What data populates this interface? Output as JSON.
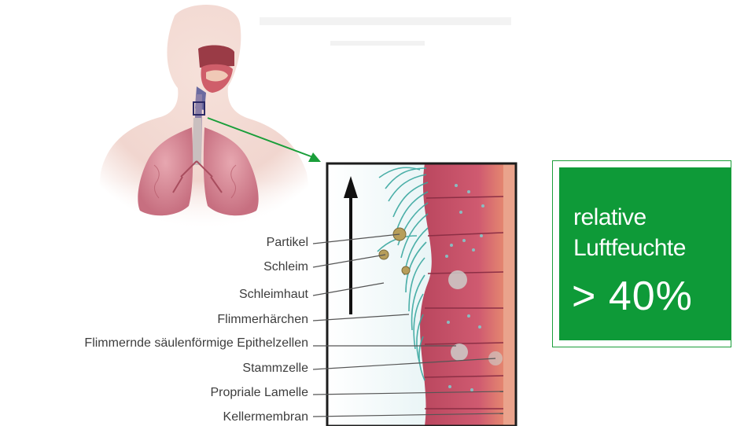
{
  "labels": [
    "Partikel",
    "Schleim",
    "Schleimhaut",
    "Flimmerhärchen",
    "Flimmernde säulenförmige Epithelzellen",
    "Stammzelle",
    "Propriale Lamelle",
    "Kellermembran"
  ],
  "info_box": {
    "line1": "relative",
    "line2": "Luftfeuchte",
    "value": "> 40%"
  },
  "colors": {
    "accent_green": "#0e9a38",
    "arrow_green": "#1a9e3a",
    "tissue_pink": "#c9546a",
    "cilia_teal": "#3aa8a0",
    "lung_pink": "#d98a96"
  }
}
